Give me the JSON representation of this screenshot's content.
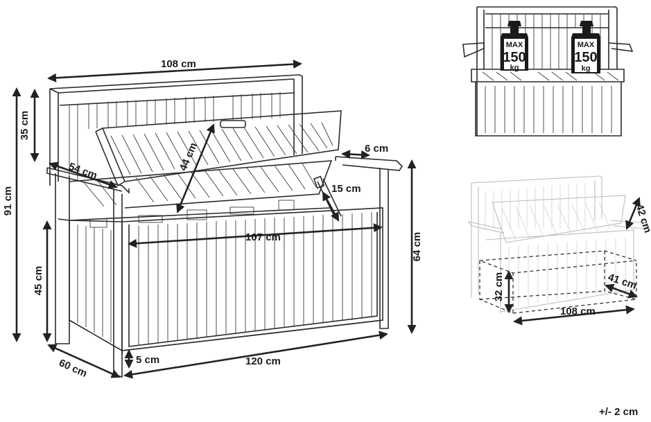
{
  "main_view": {
    "back_width": "108 cm",
    "lid_depth": "54 cm",
    "lid_length": "44 cm",
    "armrest_width": "6 cm",
    "backrest_height": "35 cm",
    "total_height": "91 cm",
    "seat_height": "45 cm",
    "arm_height": "64 cm",
    "hinge_length": "15 cm",
    "inner_width": "107 cm",
    "ground_clearance": "5 cm",
    "total_width": "120 cm",
    "total_depth": "60 cm"
  },
  "load_view": {
    "weights": [
      {
        "max_label": "MAX",
        "value": "150",
        "unit": "kg"
      },
      {
        "max_label": "MAX",
        "value": "150",
        "unit": "kg"
      }
    ]
  },
  "storage_view": {
    "lid_height": "42 cm",
    "box_height": "32 cm",
    "box_depth": "41 cm",
    "box_width": "108 cm"
  },
  "tolerance": "+/- 2 cm"
}
